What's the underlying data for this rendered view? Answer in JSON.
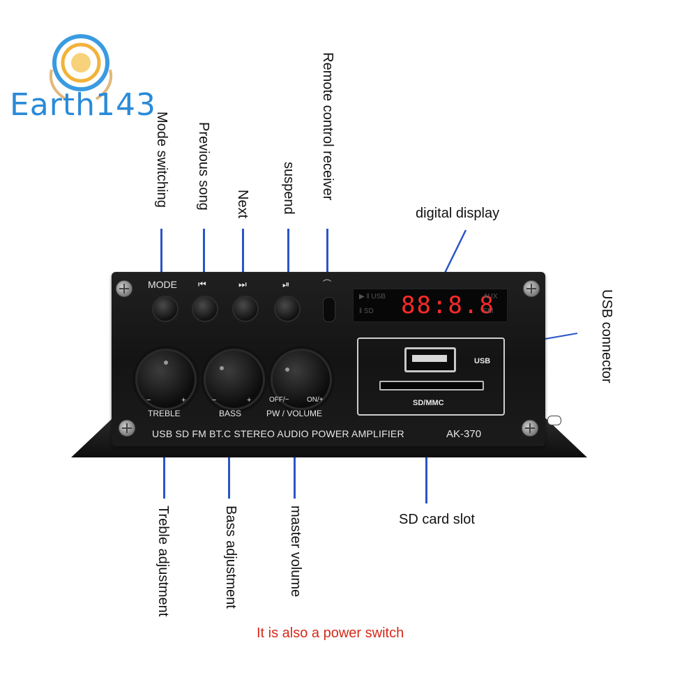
{
  "brand": {
    "name": "Earth143"
  },
  "panel": {
    "buttons": [
      {
        "label": "MODE",
        "icon": "mode"
      },
      {
        "label": "⏮",
        "icon": "previous-icon"
      },
      {
        "label": "⏭",
        "icon": "next-icon"
      },
      {
        "label": "⏯",
        "icon": "play-pause-icon"
      }
    ],
    "display": {
      "left_top": "▶ ‖ USB",
      "left_bottom": "‖ SD",
      "digits": "88:8.8",
      "right_top": "AUX",
      "right_bottom": "FM"
    },
    "knobs": [
      {
        "name": "TREBLE",
        "minus": "−",
        "plus": "+"
      },
      {
        "name": "BASS",
        "minus": "−",
        "plus": "+"
      },
      {
        "name": "PW / VOLUME",
        "minus": "OFF/−",
        "plus": "ON/+"
      }
    ],
    "usb_label": "USB",
    "sd_label": "SD/MMC",
    "bottom_text": "USB SD FM BT.C STEREO AUDIO POWER AMPLIFIER",
    "model": "AK-370"
  },
  "callouts": {
    "mode_switching": "Mode switching",
    "previous_song": "Previous song",
    "next": "Next",
    "suspend": "suspend",
    "remote_receiver": "Remote control receiver",
    "digital_display": "digital display",
    "usb_connector": "USB connector",
    "sd_card_slot": "SD card slot",
    "treble_adjustment": "Treble adjustment",
    "bass_adjustment": "Bass adjustment",
    "master_volume": "master volume",
    "power_note": "It is also a power switch"
  },
  "colors": {
    "leader": "#2a55c8",
    "note": "#d42a1a",
    "display_red": "#ff2a2a",
    "brand_blue": "#2a8ad8"
  }
}
